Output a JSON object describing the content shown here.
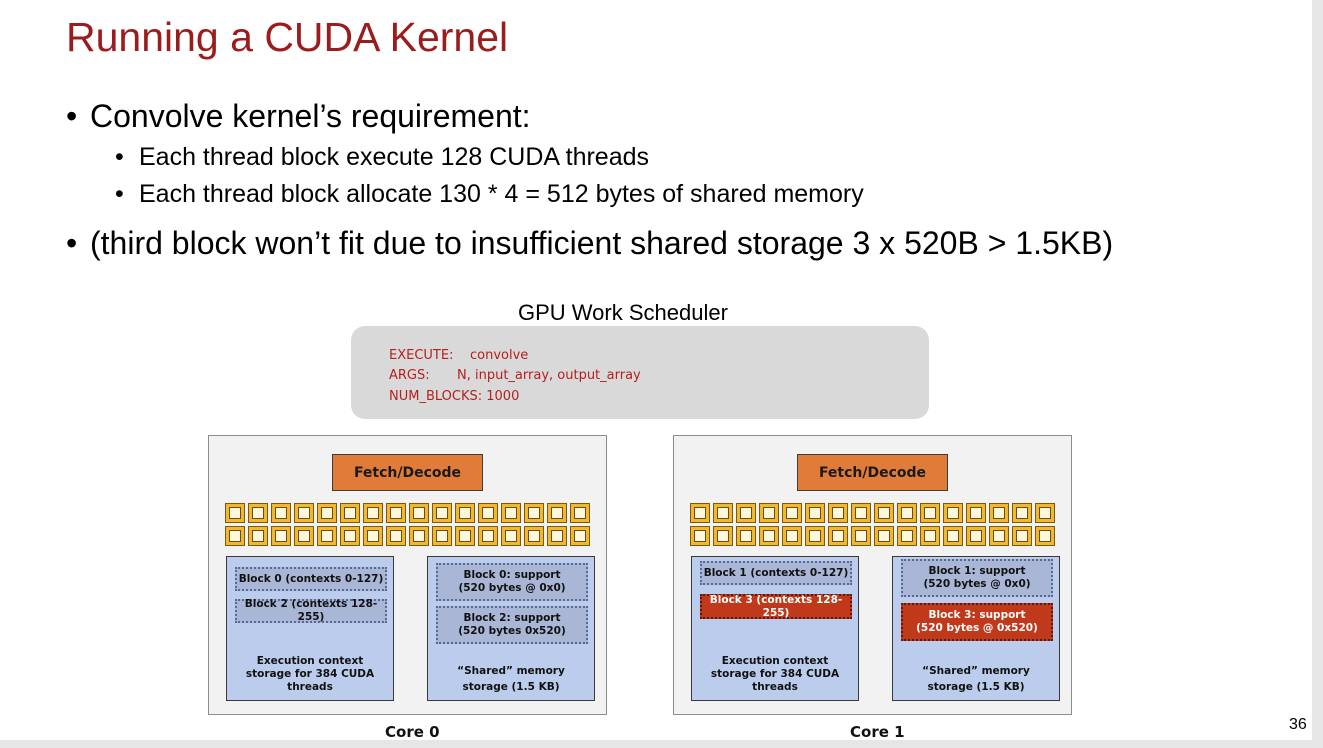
{
  "slide": {
    "title": "Running a CUDA Kernel",
    "bullets": [
      {
        "text": "Convolve kernel’s requirement:"
      },
      {
        "text": "Each thread block execute 128 CUDA threads"
      },
      {
        "text": "Each thread block allocate 130 * 4 = 512 bytes of shared memory"
      },
      {
        "text": "(third block won’t fit due to insufficient shared storage 3 x 520B > 1.5KB)"
      }
    ],
    "bullet_char": "•",
    "page_number": "36"
  },
  "scheduler": {
    "title": "GPU Work Scheduler",
    "execute_label": "EXECUTE:",
    "execute_value": "convolve",
    "args_label": "ARGS:",
    "args_value": "N, input_array, output_array",
    "num_blocks": "NUM_BLOCKS: 1000"
  },
  "cores": [
    {
      "label": "Core 0",
      "fetch_decode": "Fetch/Decode",
      "alu_count": 32,
      "exec_blocks": [
        {
          "text": "Block 0 (contexts 0-127)",
          "highlight": false
        },
        {
          "text": "Block 2 (contexts 128-255)",
          "highlight": false
        }
      ],
      "exec_label": "Execution context storage for 384 CUDA threads",
      "shared_blocks": [
        {
          "line1": "Block 0: support",
          "line2": "(520 bytes @ 0x0)",
          "highlight": false
        },
        {
          "line1": "Block 2: support",
          "line2": "(520 bytes 0x520)",
          "highlight": false
        }
      ],
      "shared_label_1": "“Shared” memory",
      "shared_label_2": "storage (1.5 KB)"
    },
    {
      "label": "Core 1",
      "fetch_decode": "Fetch/Decode",
      "alu_count": 32,
      "exec_blocks": [
        {
          "text": "Block 1 (contexts 0-127)",
          "highlight": false
        },
        {
          "text": "Block 3 (contexts 128-255)",
          "highlight": true
        }
      ],
      "exec_label": "Execution context storage for 384 CUDA threads",
      "shared_blocks": [
        {
          "line1": "Block 1: support",
          "line2": "(520 bytes @ 0x0)",
          "highlight": false
        },
        {
          "line1": "Block 3: support",
          "line2": "(520 bytes @ 0x520)",
          "highlight": true
        }
      ],
      "shared_label_1": "“Shared” memory",
      "shared_label_2": "storage (1.5 KB)"
    }
  ],
  "colors": {
    "title": "#9b1c1c",
    "command_text": "#b51f1f",
    "fetch_decode": "#e07b39",
    "alu": "#f0b72f",
    "panel": "#bcccec",
    "block_box": "#a9b6d6",
    "highlight_block": "#c0391b"
  }
}
